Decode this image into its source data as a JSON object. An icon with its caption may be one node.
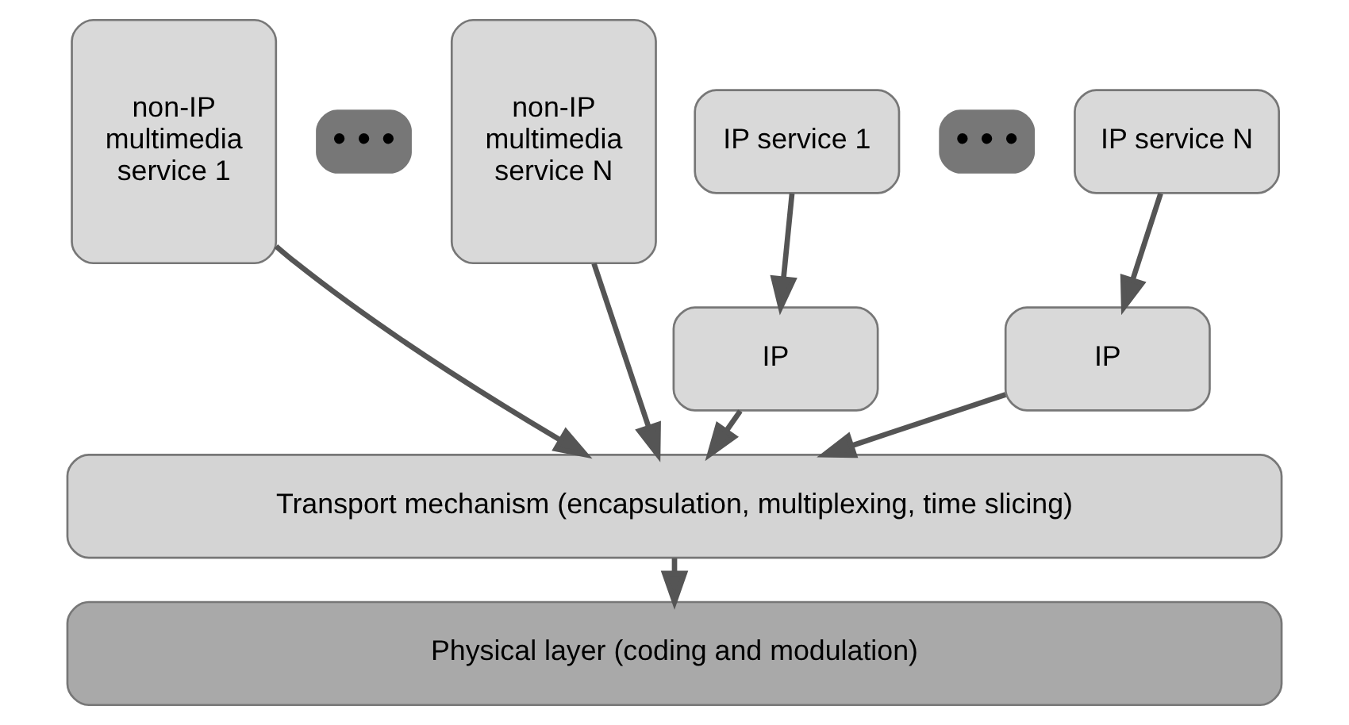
{
  "diagram": {
    "nodes": [
      {
        "text": [
          "non-IP multimedia service 1"
        ]
      },
      {
        "text": [
          "non-IP multimedia service N"
        ]
      },
      {
        "text": [
          "IP service 1"
        ]
      },
      {
        "text": [
          "IP"
        ]
      },
      {
        "text": [
          "IP service N"
        ]
      },
      {
        "text": [
          "IP"
        ]
      },
      {
        "text": [
          "Transport mechanism (encapsulation, multiplexing, time slicing)"
        ]
      },
      {
        "text": [
          "Physical layer (coding and modulation)"
        ]
      }
    ],
    "edges": [
      {
        "from": 0,
        "to": 6,
        "arrow": "to"
      },
      {
        "from": 1,
        "to": 6,
        "arrow": "to"
      },
      {
        "from": 2,
        "to": 3,
        "arrow": "to"
      },
      {
        "from": 3,
        "to": 6,
        "arrow": "to"
      },
      {
        "from": 4,
        "to": 5,
        "arrow": "to"
      },
      {
        "from": 5,
        "to": 6,
        "arrow": "to"
      },
      {
        "from": 6,
        "to": 7,
        "arrow": "to"
      }
    ],
    "labels": [
      "• • •",
      "• • •"
    ]
  }
}
